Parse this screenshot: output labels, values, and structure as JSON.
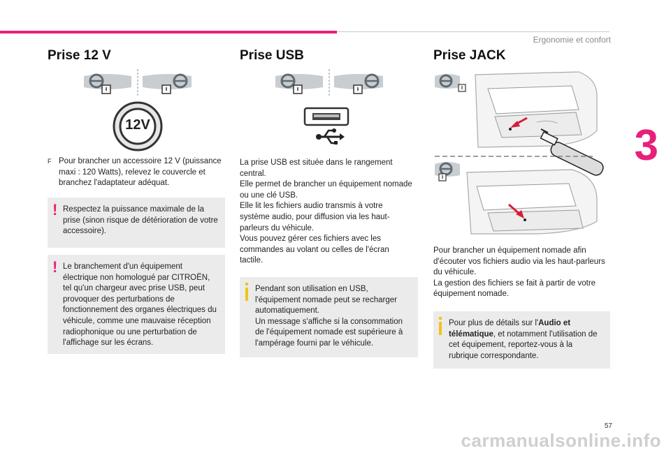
{
  "header": {
    "section_title": "Ergonomie et confort",
    "chapter_number": "3",
    "accent_color": "#e8207a"
  },
  "col1": {
    "title": "Prise 12 V",
    "socket_label": "12V",
    "bullet_marker": "F",
    "bullet_text": "Pour brancher un accessoire 12 V (puissance maxi : 120 Watts), relevez le couvercle et branchez l'adaptateur adéquat.",
    "warning1": "Respectez la puissance maximale de la prise (sinon risque de détérioration de votre accessoire).",
    "warning2": "Le branchement d'un équipement électrique non homologué par CITROËN, tel qu'un chargeur avec prise USB, peut provoquer des perturbations de fonctionnement des organes électriques du véhicule, comme une mauvaise réception radiophonique ou une perturbation de l'affichage sur les écrans."
  },
  "col2": {
    "title": "Prise USB",
    "body": [
      "La prise USB est située dans le rangement central.",
      "Elle permet de brancher un équipement nomade ou une clé USB.",
      "Elle lit les fichiers audio transmis à votre système audio, pour diffusion via les haut-parleurs du véhicule.",
      "Vous pouvez gérer ces fichiers avec les commandes au volant ou celles de l'écran tactile."
    ],
    "info1": "Pendant son utilisation en USB, l'équipement nomade peut se recharger automatiquement.",
    "info2": "Un message s'affiche si la consommation de l'équipement nomade est supérieure à l'ampérage fourni par le véhicule."
  },
  "col3": {
    "title": "Prise JACK",
    "body1": "Pour brancher un équipement nomade afin d'écouter vos fichiers audio via les haut-parleurs du véhicule.",
    "body2": "La gestion des fichiers se fait à partir de votre équipement nomade.",
    "info_pre": "Pour plus de détails sur l'",
    "info_bold": "Audio et télématique",
    "info_post": ", et notamment l'utilisation de cet équipement, reportez-vous à la rubrique correspondante."
  },
  "footer": {
    "page_number": "57",
    "watermark": "carmanualsonline.info"
  },
  "colors": {
    "warning": "#e8207a",
    "info": "#f0c419",
    "note_bg": "#ebebeb"
  }
}
